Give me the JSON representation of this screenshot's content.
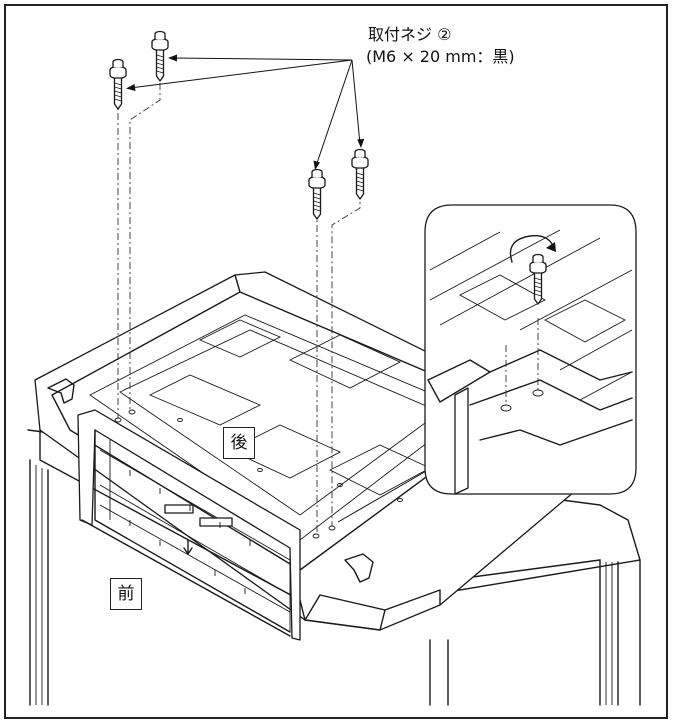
{
  "callout": {
    "line1": "取付ネジ ②",
    "line2": "(M6 × 20 mm：黒)"
  },
  "labels": {
    "back": "後",
    "front": "前"
  },
  "colors": {
    "line": "#1a1a1a",
    "background": "#ffffff"
  },
  "icons": [
    "screw-icon",
    "rotate-arrow-icon",
    "down-arrow-icon"
  ]
}
